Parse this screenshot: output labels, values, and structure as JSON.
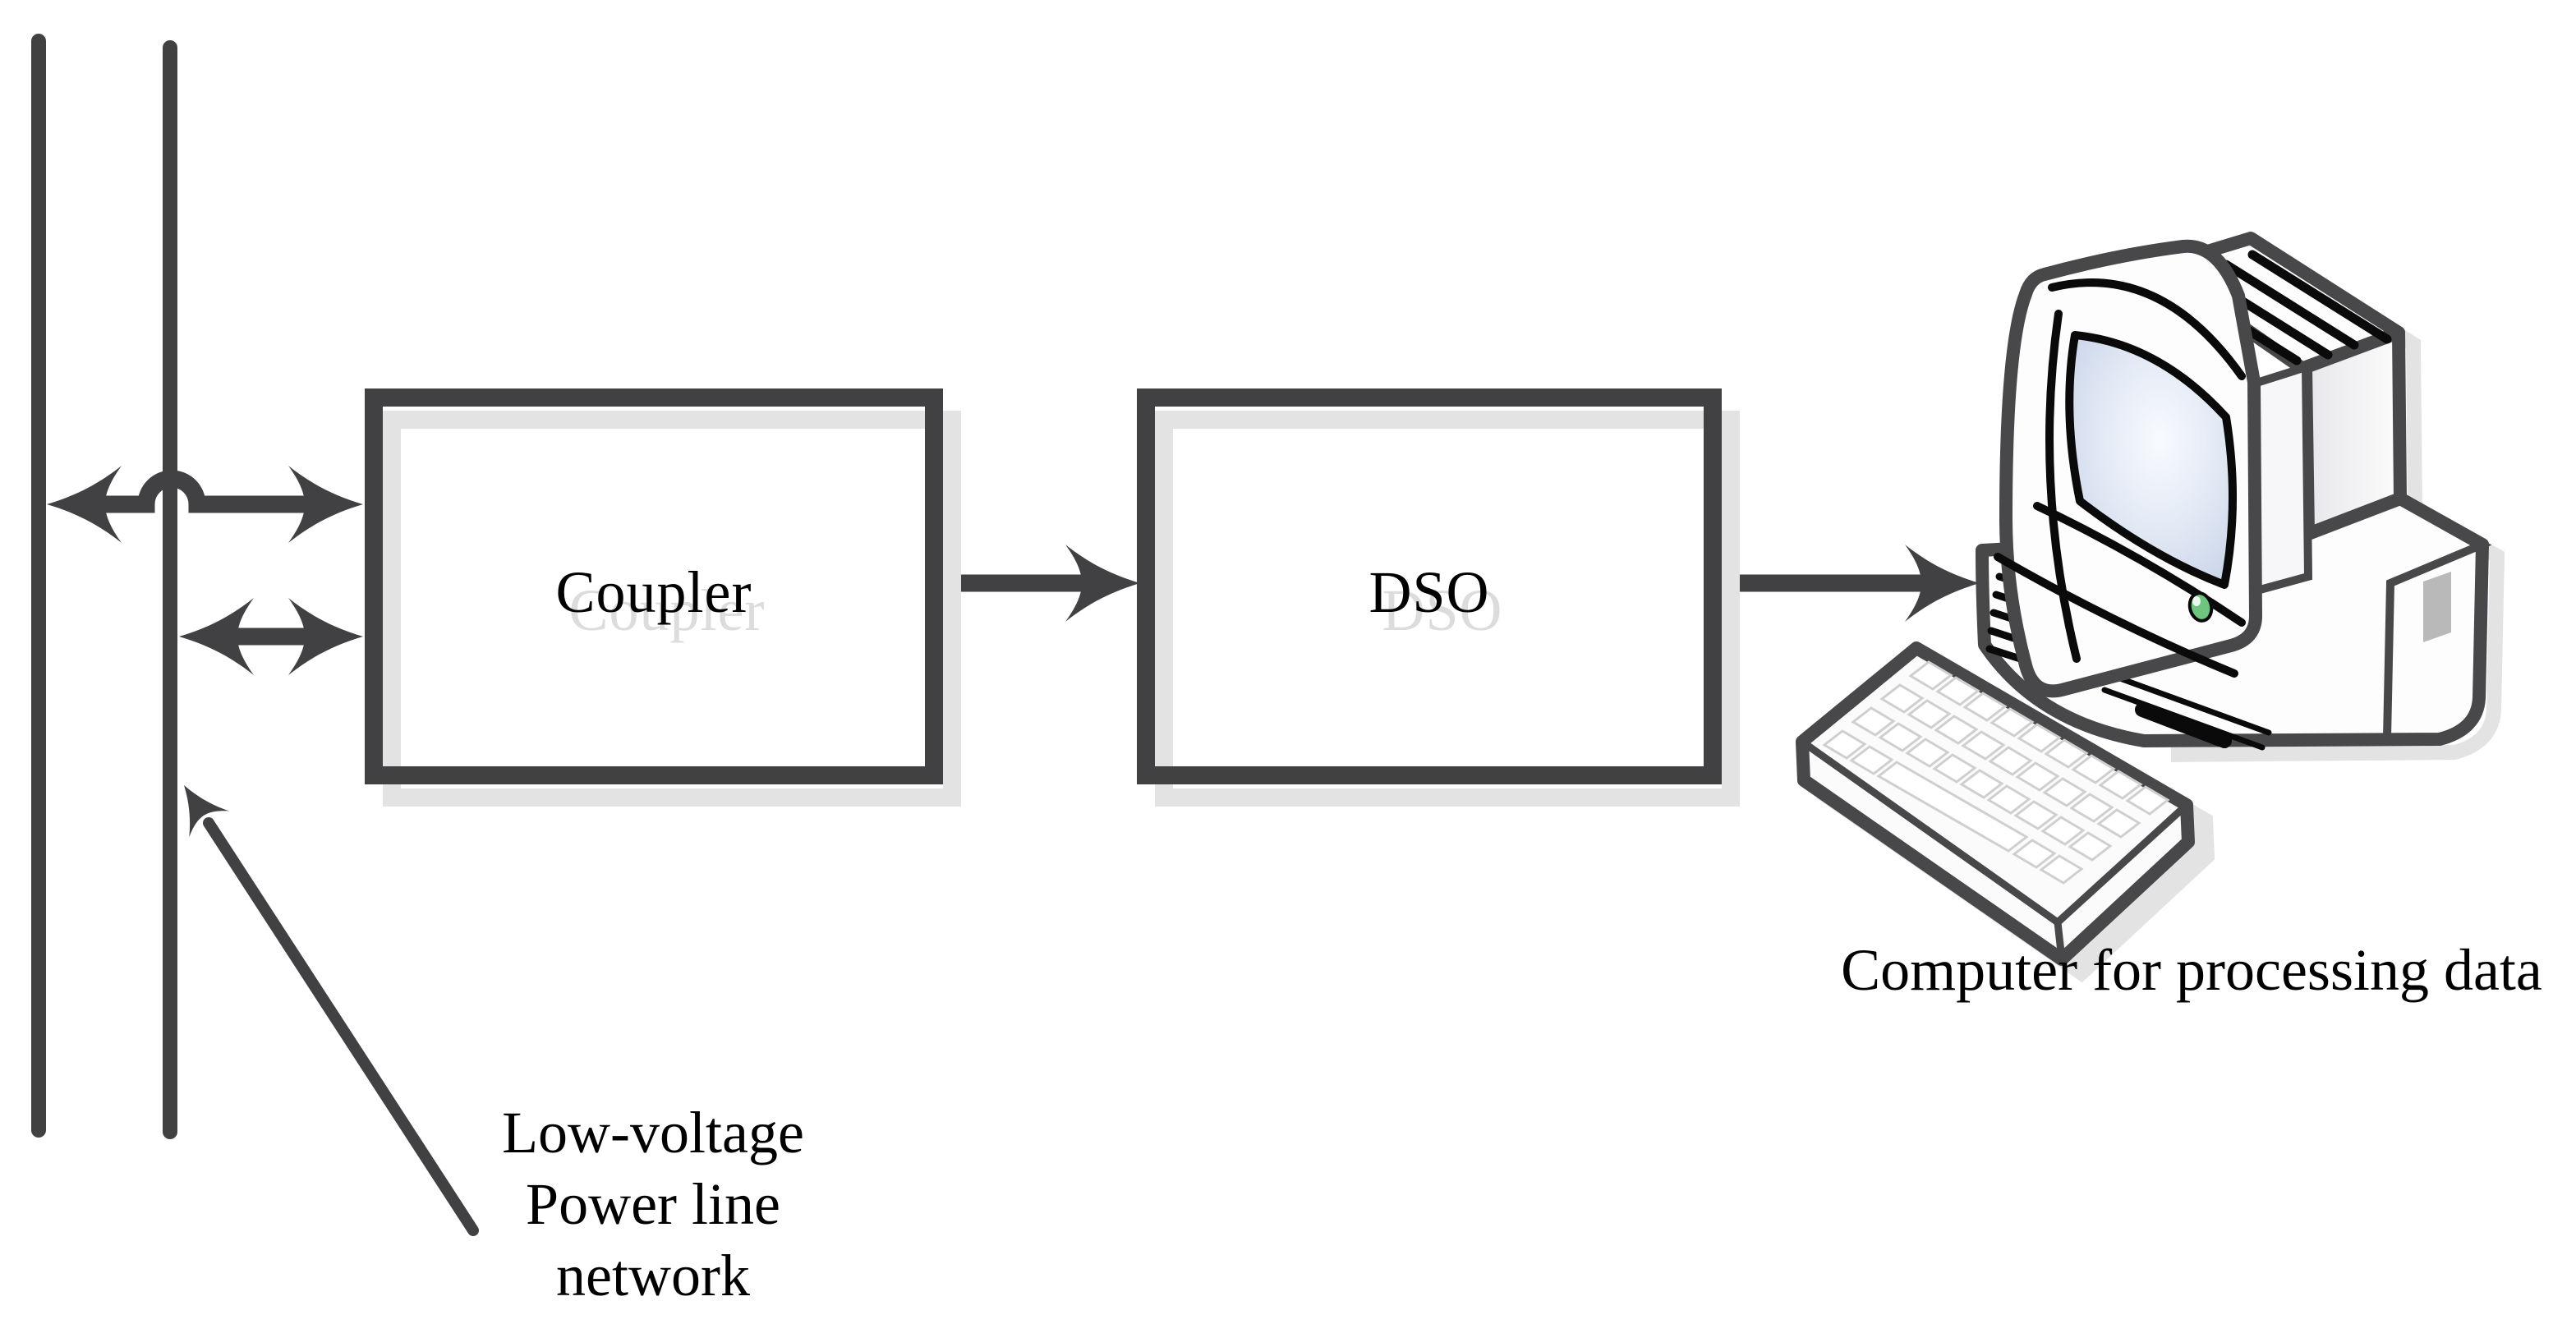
{
  "figure": {
    "boxes": {
      "coupler": {
        "label": "Coupler"
      },
      "dso": {
        "label": "DSO"
      }
    },
    "annotations": {
      "power_line": {
        "lines": [
          "Low-voltage",
          "Power line",
          "network"
        ]
      },
      "computer_caption": "Computer for processing data"
    },
    "icons": {
      "computer": "desktop-computer-icon",
      "keyboard": "keyboard-icon",
      "connector": "double-headed-arrow-icon"
    },
    "colors": {
      "stroke": "#414144",
      "drop_shadow": "#e3e3e3",
      "label_shadow": "#dcdcdc",
      "screen_blue": "#c9d4e9",
      "led_green": "#6fc47e",
      "background": "#ffffff"
    }
  }
}
